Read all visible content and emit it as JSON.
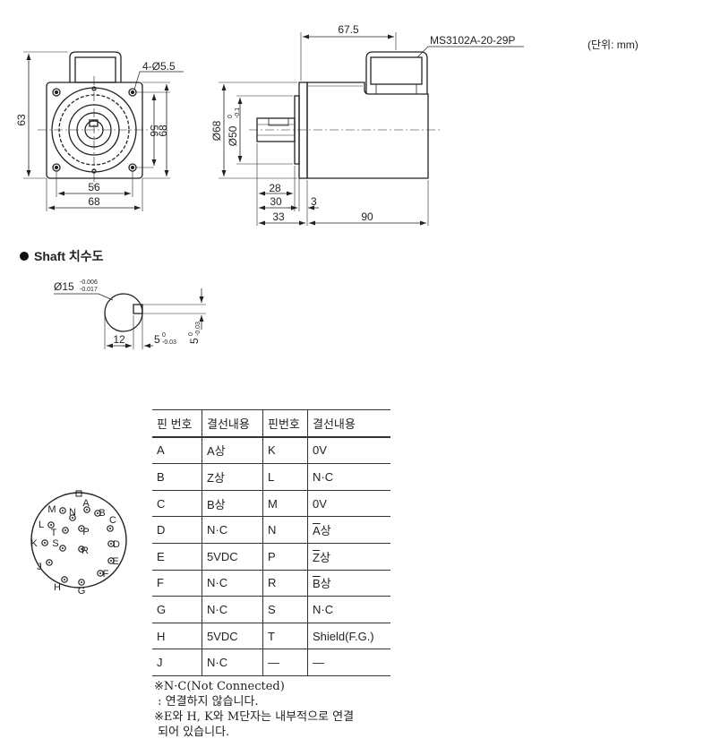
{
  "unit_label": "(단위: mm)",
  "connector_model": "MS3102A-20-29P",
  "front_view_dims": {
    "hole_spec": "4-Ø5.5",
    "height_63": "63",
    "inner_56_v": "56",
    "outer_68_v": "68",
    "inner_56_h": "56",
    "outer_68_h": "68"
  },
  "side_view_dims": {
    "overall": "67.5",
    "dia_body": "Ø68",
    "dia_pilot": "Ø50",
    "dia_pilot_tol_upper": "0",
    "dia_pilot_tol_lower": "-0.1",
    "d28": "28",
    "d30": "30",
    "d3": "3",
    "d33": "33",
    "d90": "90"
  },
  "shaft_heading": "Shaft 치수도",
  "shaft_dims": {
    "dia": "Ø15",
    "dia_tol_upper": "-0.006",
    "dia_tol_lower": "-0.017",
    "d12": "12",
    "key_width": "5",
    "key_width_tol_upper": "0",
    "key_width_tol_lower": "-0.03",
    "key_height": "5",
    "key_height_tol_upper": "0",
    "key_height_tol_lower": "-0.03"
  },
  "connector_pins": [
    {
      "l": "A"
    },
    {
      "l": "B"
    },
    {
      "l": "C"
    },
    {
      "l": "D"
    },
    {
      "l": "E"
    },
    {
      "l": "F"
    },
    {
      "l": "G"
    },
    {
      "l": "H"
    },
    {
      "l": "J"
    },
    {
      "l": "K"
    },
    {
      "l": "L"
    },
    {
      "l": "M"
    },
    {
      "l": "N"
    },
    {
      "l": "P"
    },
    {
      "l": "R"
    },
    {
      "l": "S"
    },
    {
      "l": "T"
    }
  ],
  "table": {
    "headers": [
      "핀 번호",
      "결선내용",
      "핀번호",
      "결선내용"
    ],
    "rows": [
      [
        "A",
        "A상",
        "K",
        "0V"
      ],
      [
        "B",
        "Z상",
        "L",
        "N·C"
      ],
      [
        "C",
        "B상",
        "M",
        "0V"
      ],
      [
        "D",
        "N·C",
        "N",
        "A상"
      ],
      [
        "E",
        "5VDC",
        "P",
        "Z상"
      ],
      [
        "F",
        "N·C",
        "R",
        "B상"
      ],
      [
        "G",
        "N·C",
        "S",
        "N·C"
      ],
      [
        "H",
        "5VDC",
        "T",
        "Shield(F.G.)"
      ],
      [
        "J",
        "N·C",
        "—",
        "—"
      ]
    ]
  },
  "notes": [
    "※N·C(Not Connected)",
    " : 연결하지 않습니다.",
    "※E와 H, K와 M단자는 내부적으로 연결",
    " 되어 있습니다."
  ]
}
